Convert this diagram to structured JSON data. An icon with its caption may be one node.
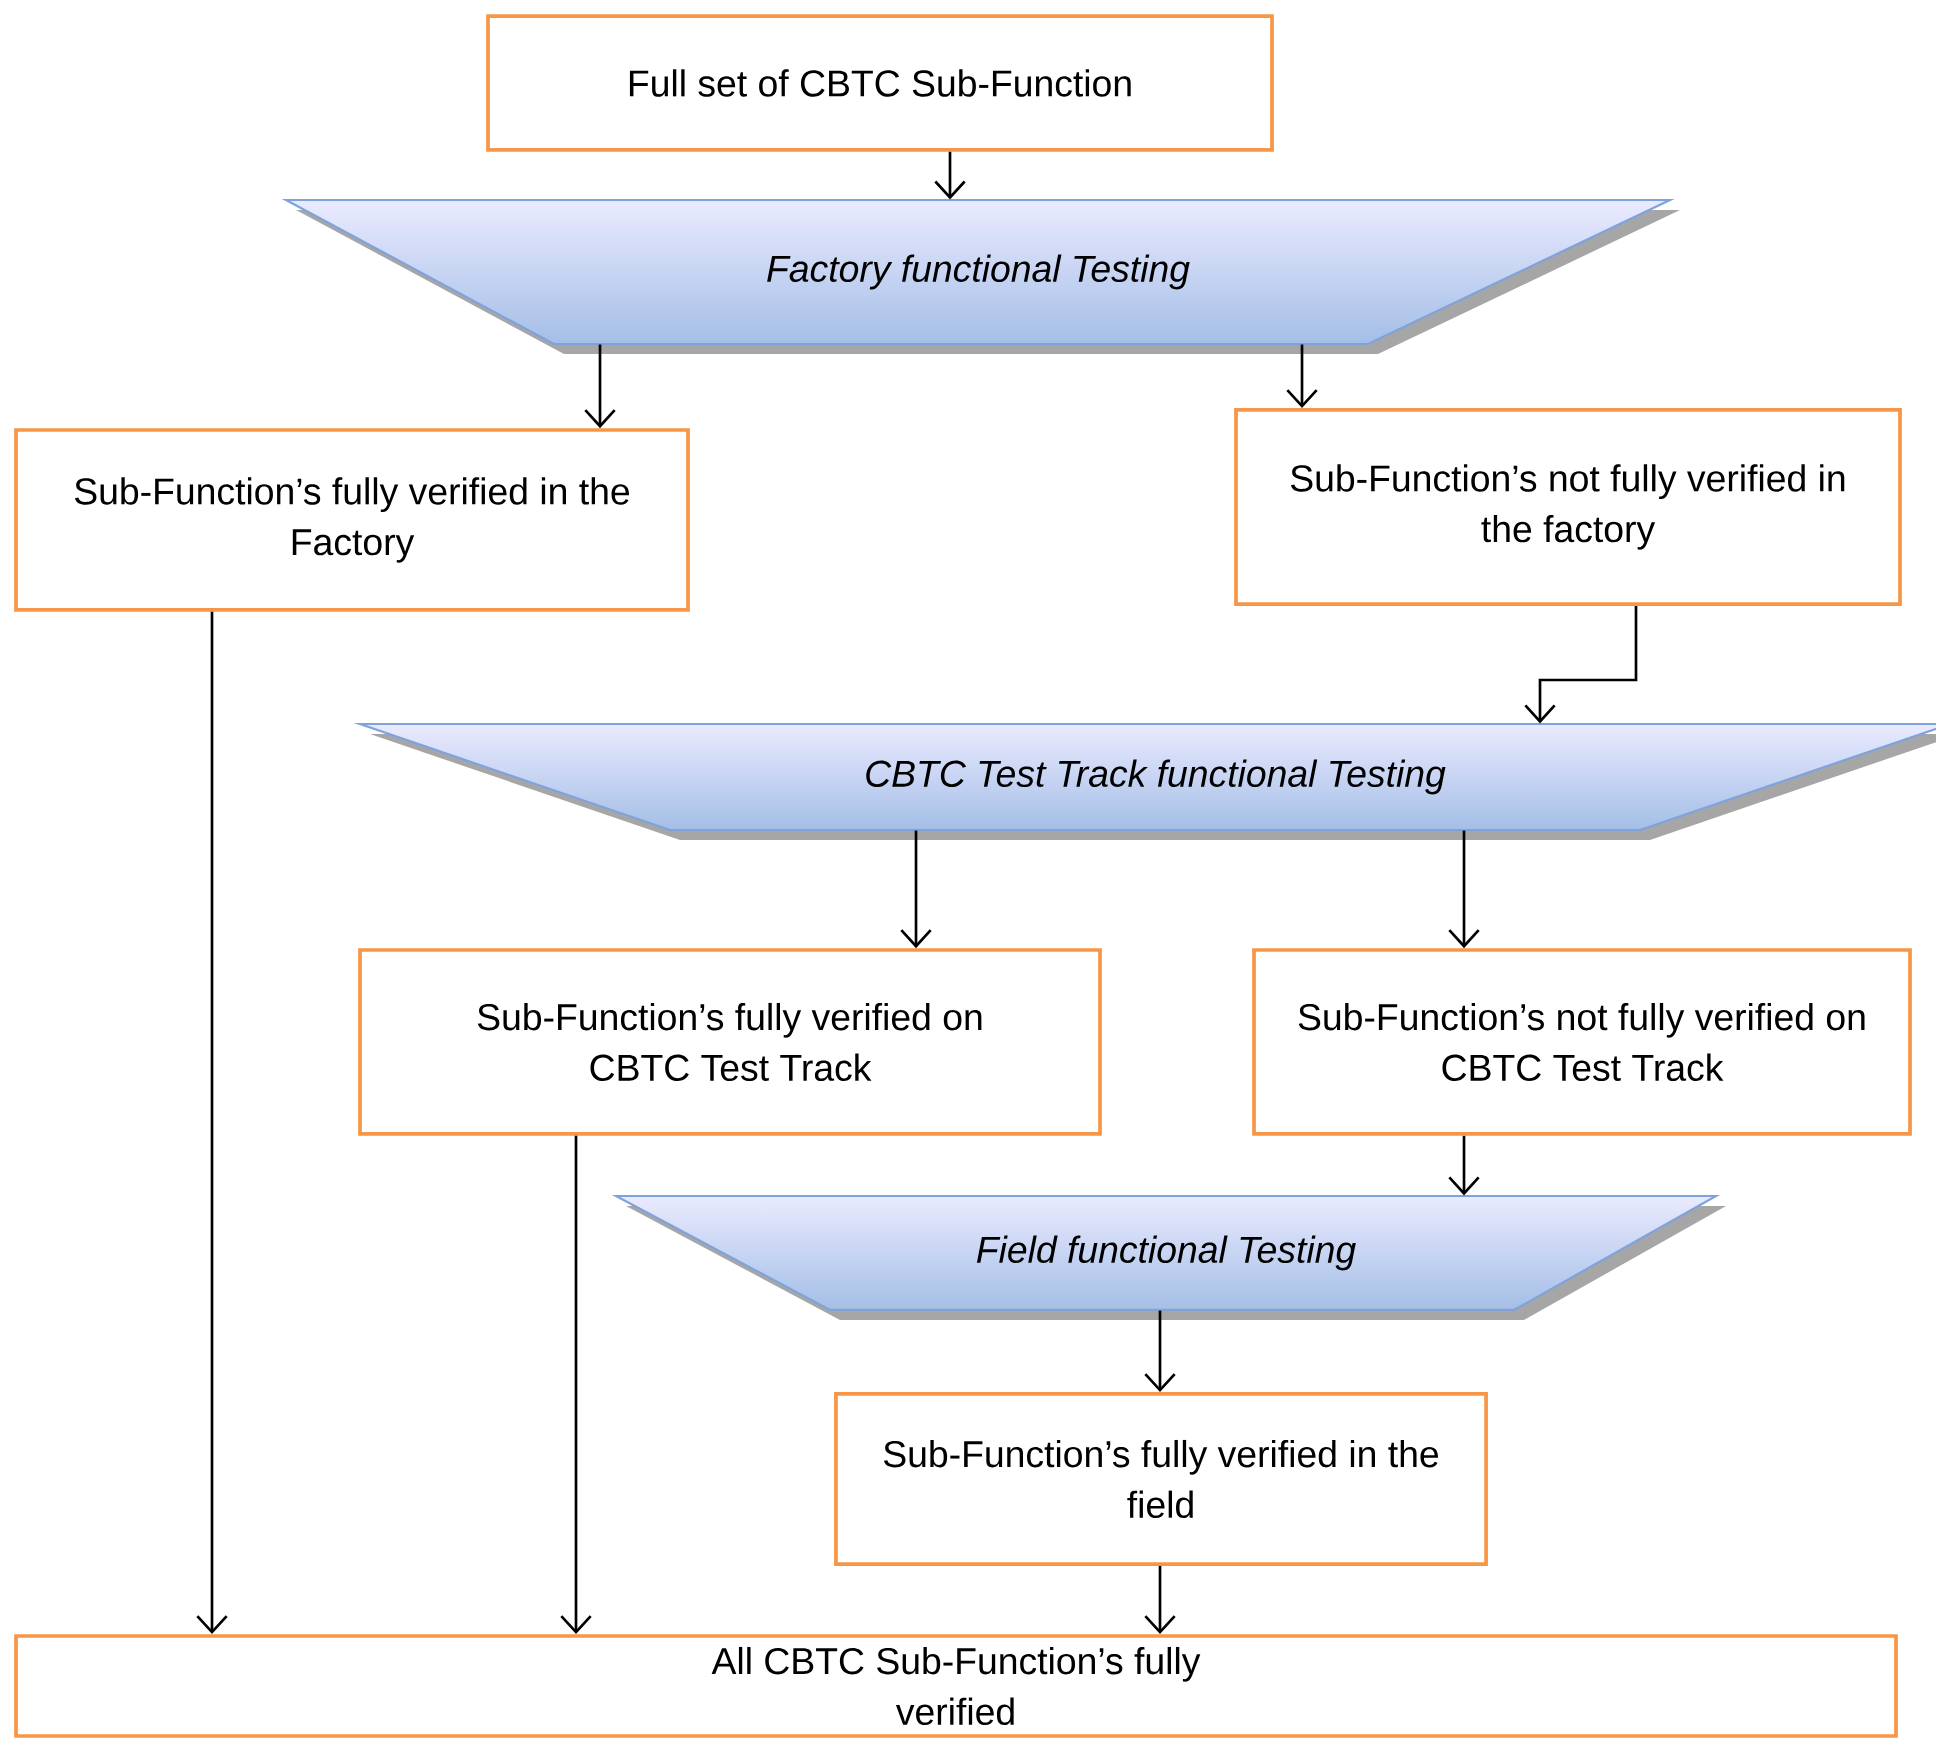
{
  "diagram": {
    "nodes": [
      {
        "text": [
          "Full set of CBTC Sub-Function"
        ]
      },
      {
        "text": [
          "Factory functional Testing"
        ]
      },
      {
        "text": [
          "Sub-Function’s fully verified in the Factory"
        ]
      },
      {
        "text": [
          "Sub-Function’s not fully verified in the factory"
        ]
      },
      {
        "text": [
          "CBTC Test Track functional Testing"
        ]
      },
      {
        "text": [
          "Sub-Function’s fully verified on CBTC Test Track"
        ]
      },
      {
        "text": [
          "Sub-Function’s not fully verified on CBTC Test Track"
        ]
      },
      {
        "text": [
          "Field functional Testing"
        ]
      },
      {
        "text": [
          "Sub-Function’s fully verified in the field"
        ]
      },
      {
        "text": [
          "All CBTC Sub-Function’s fully verified"
        ]
      }
    ],
    "edges": [
      {
        "from": 0,
        "to": 1,
        "arrow": "to"
      },
      {
        "from": 1,
        "to": 2,
        "arrow": "to"
      },
      {
        "from": 1,
        "to": 3,
        "arrow": "to"
      },
      {
        "from": 3,
        "to": 4,
        "arrow": "to"
      },
      {
        "from": 4,
        "to": 5,
        "arrow": "to"
      },
      {
        "from": 4,
        "to": 6,
        "arrow": "to"
      },
      {
        "from": 6,
        "to": 7,
        "arrow": "to"
      },
      {
        "from": 7,
        "to": 8,
        "arrow": "to"
      },
      {
        "from": 2,
        "to": 9,
        "arrow": "to"
      },
      {
        "from": 5,
        "to": 9,
        "arrow": "to"
      },
      {
        "from": 8,
        "to": 9,
        "arrow": "to"
      }
    ]
  }
}
